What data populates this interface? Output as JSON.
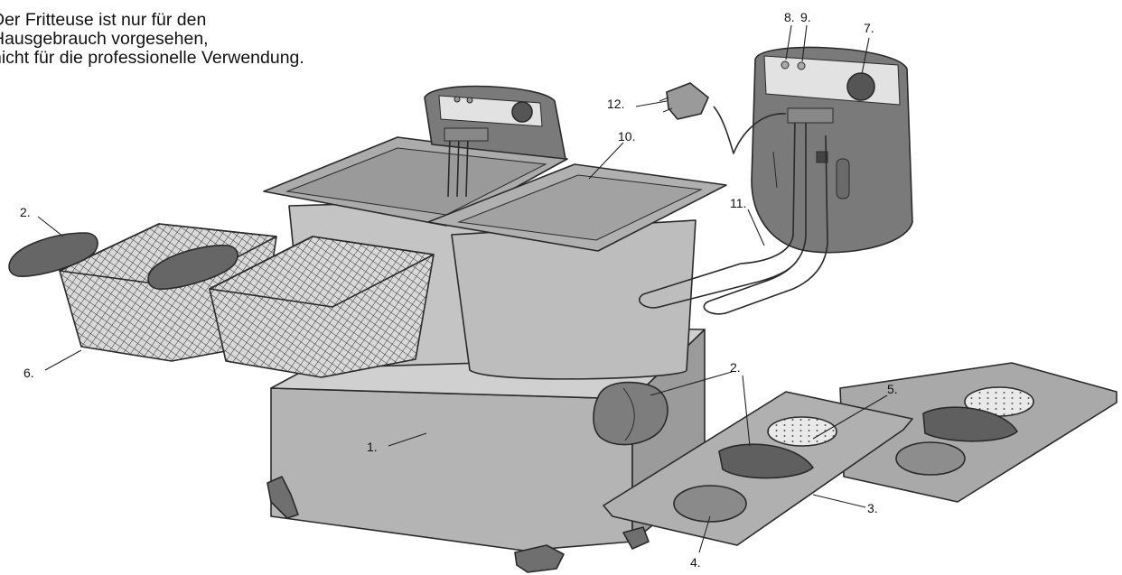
{
  "note": {
    "lines": [
      "Der Fritteuse ist nur für den",
      "Hausgebrauch vorgesehen,",
      "nicht für die professionelle Verwendung."
    ]
  },
  "callouts": [
    {
      "id": "1",
      "text": "1."
    },
    {
      "id": "2a",
      "text": "2."
    },
    {
      "id": "2b",
      "text": "2."
    },
    {
      "id": "3",
      "text": "3."
    },
    {
      "id": "4",
      "text": "4."
    },
    {
      "id": "5",
      "text": "5."
    },
    {
      "id": "6",
      "text": "6."
    },
    {
      "id": "7",
      "text": "7."
    },
    {
      "id": "8",
      "text": "8."
    },
    {
      "id": "9",
      "text": "9."
    },
    {
      "id": "10",
      "text": "10."
    },
    {
      "id": "11",
      "text": "11."
    },
    {
      "id": "12",
      "text": "12."
    }
  ],
  "colors": {
    "housing": "#b4b4b4",
    "housing_dark": "#8e8e8e",
    "tank": "#c4c4c4",
    "lid": "#a9a9a9",
    "control": "#7a7a7a",
    "panel": "#e2e2e2",
    "handle": "#666666",
    "mesh": "#3a3a3a"
  }
}
